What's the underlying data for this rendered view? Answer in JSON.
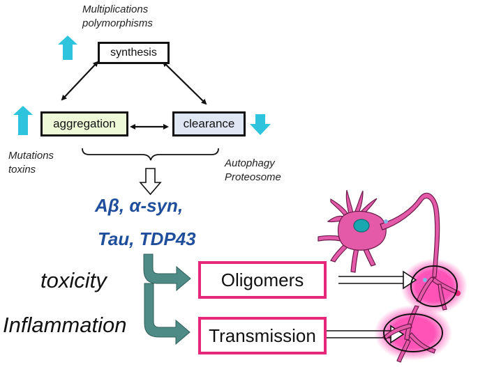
{
  "top_note": [
    "Multiplications",
    "polymorphisms"
  ],
  "nodes": {
    "synthesis": "synthesis",
    "aggregation": "aggregation",
    "clearance": "clearance"
  },
  "left_note": [
    "Mutations",
    "toxins"
  ],
  "right_note": [
    "Autophagy",
    "Proteosome"
  ],
  "proteins_line1": "Aβ, α-syn,",
  "proteins_line2": "Tau, TDP43",
  "labels": {
    "toxicity": "toxicity",
    "inflammation": "Inflammation"
  },
  "outcomes": {
    "oligomers": "Oligomers",
    "transmission": "Transmission"
  },
  "colors": {
    "up_down_arrows": "#2ec4de",
    "protein_text": "#1f4f9c",
    "outcome_border": "#e6287a",
    "elbow_arrows": "#4f8b86",
    "neuron": "#e45aa8"
  }
}
